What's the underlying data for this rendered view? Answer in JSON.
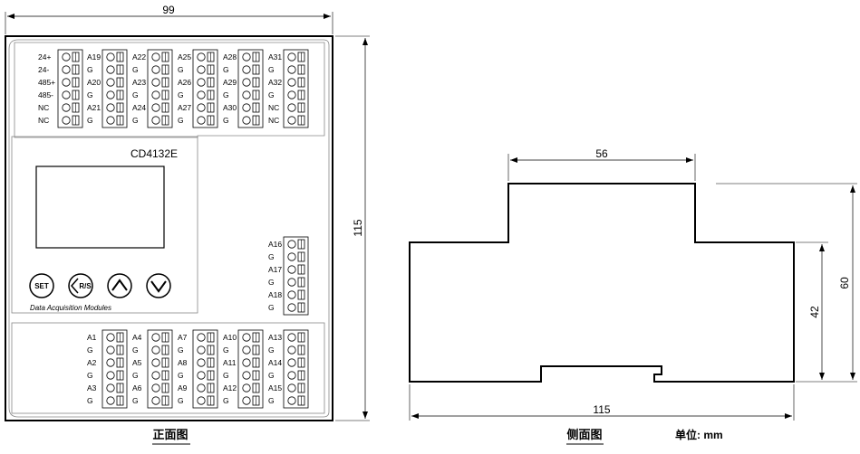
{
  "front": {
    "model": "CD4132E",
    "subtitle": "Data Acquisition Modules",
    "caption": "正面图",
    "width_dim": "99",
    "height_dim": "115",
    "buttons": [
      {
        "name": "set-button",
        "label": "SET"
      },
      {
        "name": "return-shift-button",
        "label": "R/S"
      },
      {
        "name": "up-button",
        "label": ""
      },
      {
        "name": "down-button",
        "label": ""
      }
    ],
    "top_groups": [
      {
        "labels": [
          "24+",
          "24-",
          "485+",
          "485-",
          "NC",
          "NC"
        ]
      },
      {
        "labels": [
          "A19",
          "G",
          "A20",
          "G",
          "A21",
          "G"
        ]
      },
      {
        "labels": [
          "A22",
          "G",
          "A23",
          "G",
          "A24",
          "G"
        ]
      },
      {
        "labels": [
          "A25",
          "G",
          "A26",
          "G",
          "A27",
          "G"
        ]
      },
      {
        "labels": [
          "A28",
          "G",
          "A29",
          "G",
          "A30",
          "G"
        ]
      },
      {
        "labels": [
          "A31",
          "G",
          "A32",
          "G",
          "NC",
          "NC"
        ]
      }
    ],
    "right_group": {
      "labels": [
        "A16",
        "G",
        "A17",
        "G",
        "A18",
        "G"
      ]
    },
    "bottom_groups": [
      {
        "labels": [
          "A1",
          "G",
          "A2",
          "G",
          "A3",
          "G"
        ]
      },
      {
        "labels": [
          "A4",
          "G",
          "A5",
          "G",
          "A6",
          "G"
        ]
      },
      {
        "labels": [
          "A7",
          "G",
          "A8",
          "G",
          "A9",
          "G"
        ]
      },
      {
        "labels": [
          "A10",
          "G",
          "A11",
          "G",
          "A12",
          "G"
        ]
      },
      {
        "labels": [
          "A13",
          "G",
          "A14",
          "G",
          "A15",
          "G"
        ]
      }
    ]
  },
  "side": {
    "caption": "侧面图",
    "width_dim": "115",
    "top_dim": "56",
    "height_dim": "60",
    "inner_height_dim": "42"
  },
  "units": "单位: mm",
  "colors": {
    "line": "#000000",
    "panel": "#888888"
  }
}
